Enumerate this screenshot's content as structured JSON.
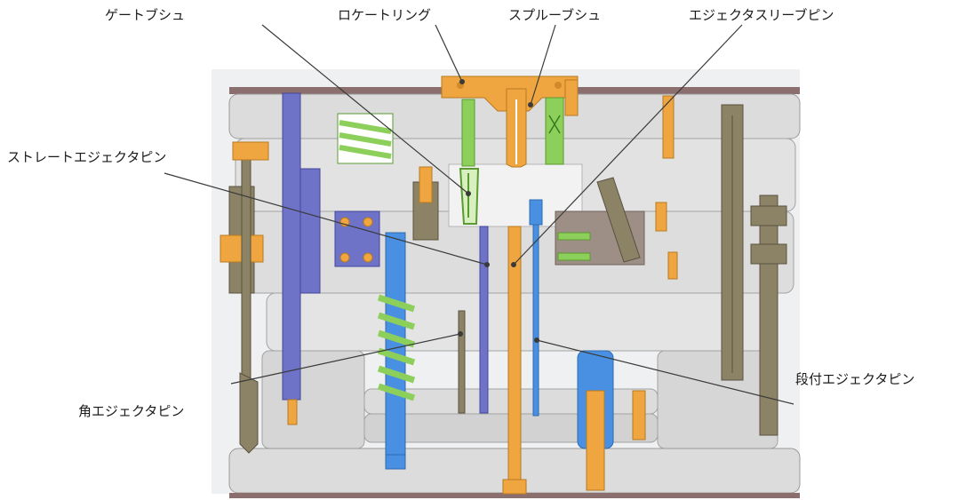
{
  "labels": {
    "gate_bush": "ゲートブシュ",
    "locate_ring": "ロケートリング",
    "sprue_bush": "スプルーブシュ",
    "ejector_sleeve_pin": "エジェクタスリーブピン",
    "straight_ejector_pin": "ストレートエジェクタピン",
    "square_ejector_pin": "角エジェクタピン",
    "stepped_ejector_pin": "段付エジェクタピン"
  },
  "colors": {
    "plate": "#dcdcdc",
    "plate_edge": "#9a9a9a",
    "top_bar": "#8b6f6f",
    "orange": "#f0a640",
    "green": "#8ccf5a",
    "blue": "#4a90e2",
    "purple": "#6f73c8",
    "olive": "#8c8266",
    "leader": "#3a3a3a"
  }
}
